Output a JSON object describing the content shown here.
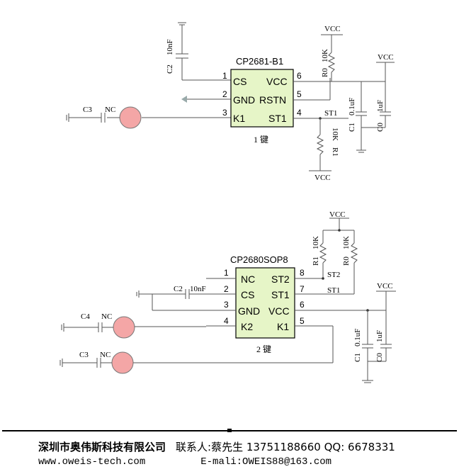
{
  "circuit1": {
    "ic_name": "CP2681-B1",
    "caption": "1 键",
    "pins": [
      {
        "num": "1",
        "name": "CS"
      },
      {
        "num": "2",
        "name": "GND"
      },
      {
        "num": "3",
        "name": "K1"
      },
      {
        "num": "6",
        "name": "VCC"
      },
      {
        "num": "5",
        "name": "RSTN"
      },
      {
        "num": "4",
        "name": "ST1"
      }
    ],
    "labels": {
      "c2": "C2",
      "c2_val": "10nF",
      "c3": "C3",
      "c3_val": "NC",
      "r0": "R0",
      "r0_val": "10K",
      "r1": "R1",
      "r1_val": "10K",
      "c1": "C1",
      "c1_val": "0.1uF",
      "c0": "C0",
      "c0_val": "1uF",
      "vcc_r0": "VCC",
      "vcc_right": "VCC",
      "vcc_r1": "VCC",
      "st1_net": "ST1"
    }
  },
  "circuit2": {
    "ic_name": "CP2680SOP8",
    "caption": "2 键",
    "pins": [
      {
        "num": "1",
        "name": "NC"
      },
      {
        "num": "2",
        "name": "CS"
      },
      {
        "num": "3",
        "name": "GND"
      },
      {
        "num": "4",
        "name": "K2"
      },
      {
        "num": "8",
        "name": "ST2"
      },
      {
        "num": "7",
        "name": "ST1"
      },
      {
        "num": "6",
        "name": "VCC"
      },
      {
        "num": "5",
        "name": "K1"
      }
    ],
    "labels": {
      "c2": "C2",
      "c2_val": "10nF",
      "c4": "C4",
      "c4_val": "NC",
      "c3": "C3",
      "c3_val": "NC",
      "r1": "R1",
      "r1_val": "10K",
      "r0": "R0",
      "r0_val": "10K",
      "c1": "C1",
      "c1_val": "0.1uF",
      "c0": "C0",
      "c0_val": "1uF",
      "vcc_top": "VCC",
      "vcc_right": "VCC",
      "st2_net": "ST2",
      "st1_net": "ST1"
    }
  },
  "footer": {
    "company": "深圳市奥伟斯科技有限公司",
    "contact": "联系人:蔡先生 13751188660 QQ: 6678331",
    "website": "www.oweis-tech.com",
    "email": "E-mali:OWEIS88@163.com"
  }
}
